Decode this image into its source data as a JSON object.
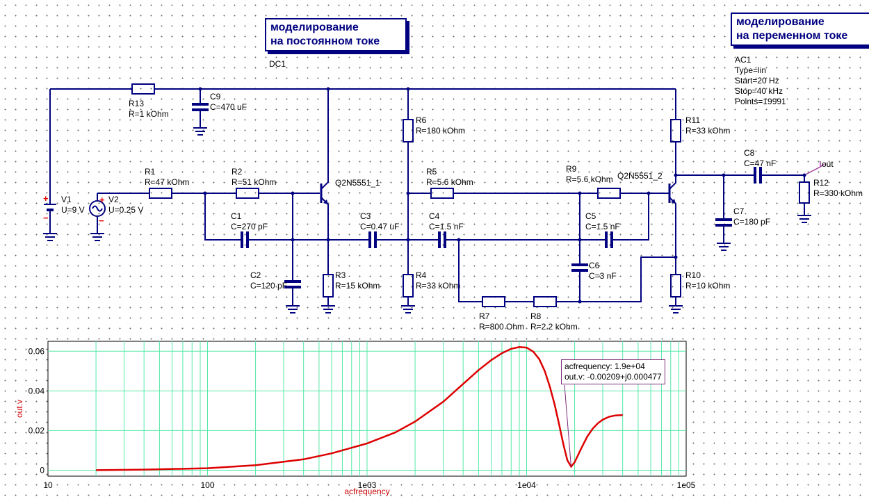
{
  "dc_box": {
    "line1": "моделирование",
    "line2": "на постоянном токе"
  },
  "dc_name": "DC1",
  "ac_box": {
    "line1": "моделирование",
    "line2": "на переменном токе"
  },
  "ac_sim": {
    "name": "AC1",
    "type": "Type=lin",
    "start": "Start=20 Hz",
    "stop": "Stop=40 kHz",
    "points": "Points=19991"
  },
  "components": {
    "V1": {
      "name": "V1",
      "value": "U=9 V"
    },
    "V2": {
      "name": "V2",
      "value": "U=0.25 V"
    },
    "R13": {
      "name": "R13",
      "value": "R=1 kOhm"
    },
    "C9": {
      "name": "C9",
      "value": "C=470 uF"
    },
    "R1": {
      "name": "R1",
      "value": "R=47 kOhm"
    },
    "R2": {
      "name": "R2",
      "value": "R=51 kOhm"
    },
    "Q1": {
      "name": "Q2N5551_1"
    },
    "C1": {
      "name": "C1",
      "value": "C=270 pF"
    },
    "C2": {
      "name": "C2",
      "value": "C=120 pF"
    },
    "R3": {
      "name": "R3",
      "value": "R=15 kOhm"
    },
    "C3": {
      "name": "C3",
      "value": "C=0.47 uF"
    },
    "R6": {
      "name": "R6",
      "value": "R=180 kOhm"
    },
    "R4": {
      "name": "R4",
      "value": "R=33 kOhm"
    },
    "R5": {
      "name": "R5",
      "value": "R=5.6 kOhm"
    },
    "C4": {
      "name": "C4",
      "value": "C=1.5 nF"
    },
    "R7": {
      "name": "R7",
      "value": "R=800 Ohm"
    },
    "R8": {
      "name": "R8",
      "value": "R=2.2 kOhm"
    },
    "R9": {
      "name": "R9",
      "value": "R=5.6 kOhm"
    },
    "C5": {
      "name": "C5",
      "value": "C=1.5 nF"
    },
    "C6": {
      "name": "C6",
      "value": "C=3  nF"
    },
    "Q2": {
      "name": "Q2N5551_2"
    },
    "R11": {
      "name": "R11",
      "value": "R=33 kOhm"
    },
    "R10": {
      "name": "R10",
      "value": "R=10 kOhm"
    },
    "C8": {
      "name": "C8",
      "value": "C=47 nF"
    },
    "C7": {
      "name": "C7",
      "value": "C=180 pF"
    },
    "R12": {
      "name": "R12",
      "value": "R=330 kOhm"
    }
  },
  "output_label": "out",
  "polarity": {
    "plus": "+",
    "minus": "−"
  },
  "chart_data": {
    "type": "line",
    "xscale": "log",
    "xlim": [
      10,
      100000
    ],
    "ylim": [
      -0.003,
      0.065
    ],
    "xlabel": "acfrequency",
    "ylabel": "out.v",
    "xticks": [
      "10",
      "100",
      "1e03",
      "1e04",
      "1e05"
    ],
    "yticks": [
      "0",
      "0.02",
      "0.04",
      "0.06"
    ],
    "series": [
      {
        "color": "#dd0000",
        "x": [
          20,
          40,
          100,
          200,
          400,
          600,
          1000,
          1500,
          2000,
          3000,
          4000,
          5000,
          6000,
          7000,
          8000,
          9000,
          10000,
          11000,
          12000,
          13000,
          14000,
          15000,
          16000,
          17000,
          18000,
          19000,
          20000,
          22000,
          24000,
          26000,
          28000,
          30000,
          33000,
          36000,
          40000
        ],
        "y": [
          0.0,
          0.0003,
          0.001,
          0.0025,
          0.0055,
          0.0085,
          0.0135,
          0.019,
          0.0245,
          0.0345,
          0.0435,
          0.0505,
          0.0555,
          0.059,
          0.0612,
          0.0621,
          0.0618,
          0.0598,
          0.056,
          0.05,
          0.042,
          0.033,
          0.023,
          0.013,
          0.005,
          0.0018,
          0.004,
          0.011,
          0.017,
          0.021,
          0.0237,
          0.0255,
          0.027,
          0.0276,
          0.0278
        ]
      }
    ],
    "marker": {
      "line1": "acfrequency: 1.9e+04",
      "line2": "out.v: -0.00209+j0.000477",
      "x": 19000,
      "y": 0.0018
    }
  }
}
